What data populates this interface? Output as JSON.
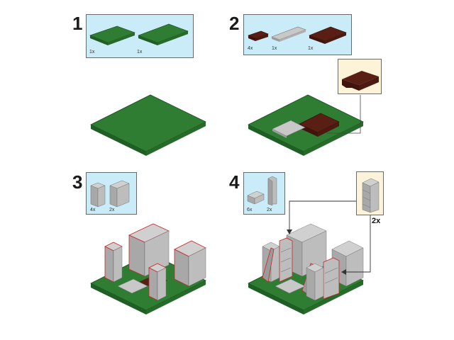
{
  "steps": [
    {
      "number": "1",
      "parts": [
        {
          "qty": "1x",
          "icon": "green-plate-icon"
        },
        {
          "qty": "1x",
          "icon": "green-plate-icon"
        }
      ]
    },
    {
      "number": "2",
      "parts": [
        {
          "qty": "4x",
          "icon": "brown-plate-icon"
        },
        {
          "qty": "1x",
          "icon": "gray-tile-icon"
        },
        {
          "qty": "1x",
          "icon": "brown-plate-icon"
        }
      ]
    },
    {
      "number": "3",
      "parts": [
        {
          "qty": "4x",
          "icon": "gray-brick-icon"
        },
        {
          "qty": "2x",
          "icon": "gray-brick-icon"
        }
      ]
    },
    {
      "number": "4",
      "parts": [
        {
          "qty": "6x",
          "icon": "gray-brick-icon"
        },
        {
          "qty": "2x",
          "icon": "gray-slope-icon"
        }
      ]
    }
  ],
  "subassembly_multiplier": "2x",
  "colors": {
    "parts_box": "#c9ecf8",
    "callout_box": "#fdf3d8",
    "green": "#2e7d32",
    "brown": "#5a1f14",
    "gray": "#b8b8b8",
    "highlight": "#d62b2b"
  }
}
